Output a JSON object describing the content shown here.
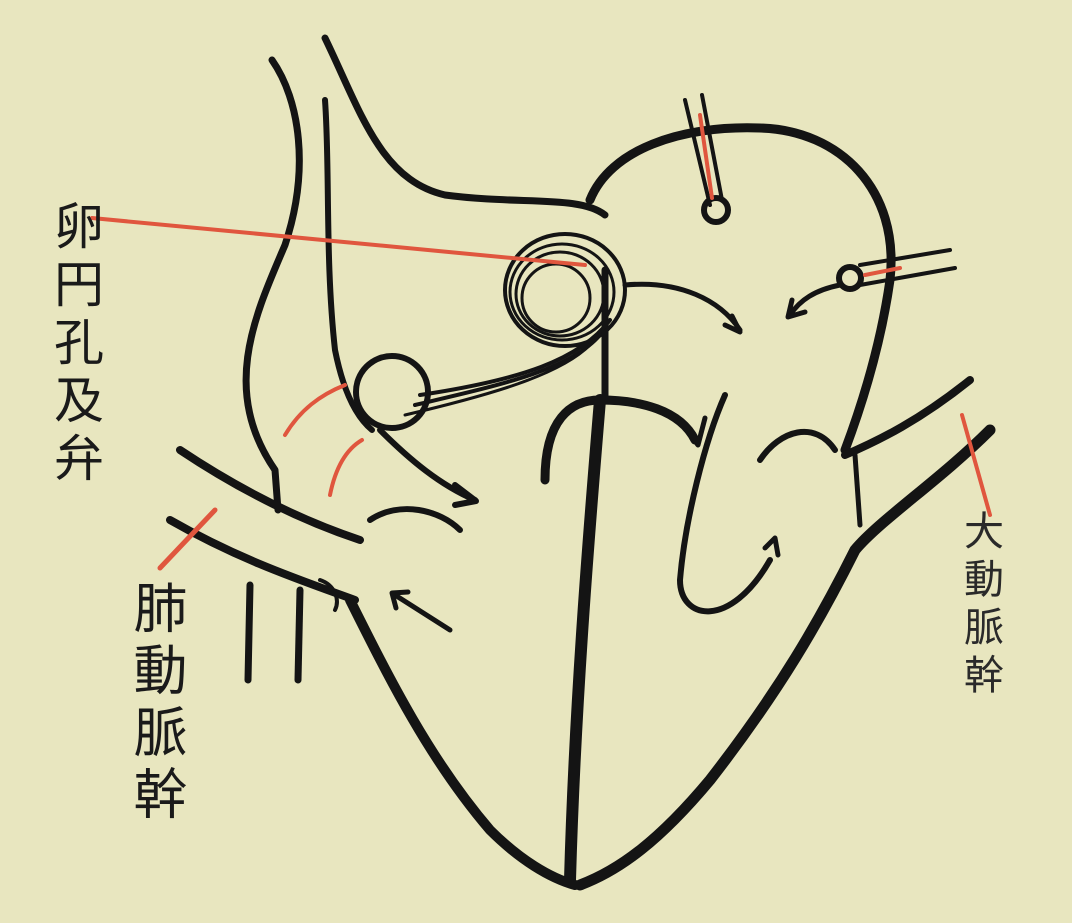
{
  "labels": {
    "foramen": "卵円孔及弁",
    "pulmonary_artery": "肺動脈幹",
    "aorta": "大動脈幹"
  },
  "colors": {
    "paper": "#e8e6bf",
    "ink": "#141414",
    "leader_line": "#e0563e"
  }
}
